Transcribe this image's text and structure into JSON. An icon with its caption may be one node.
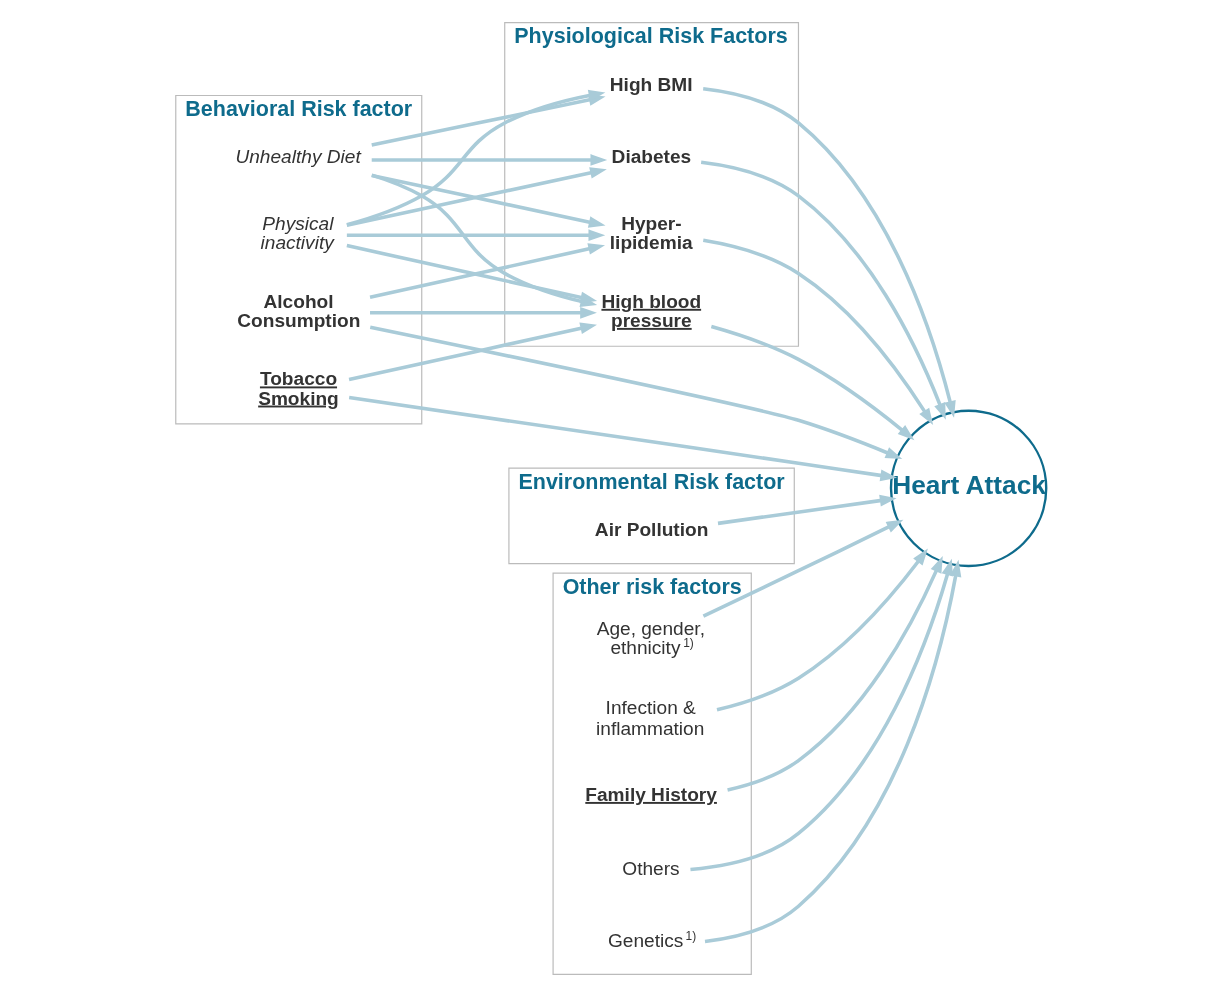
{
  "diagram": {
    "nodes": [
      {
        "text": [
          "Behavioral Risk factor"
        ]
      },
      {
        "text": [
          "Tobacco Smoking"
        ],
        "in": 0
      },
      {
        "text": [
          "Unhealthy Diet"
        ],
        "in": 0
      },
      {
        "text": [
          "Physical inactivity"
        ],
        "in": 0
      },
      {
        "text": [
          "Alcohol Consumption"
        ],
        "in": 0
      },
      {
        "text": [
          "Physiological Risk Factors"
        ]
      },
      {
        "text": [
          "High blood pressure"
        ],
        "in": 5
      },
      {
        "text": [
          "High BMI"
        ],
        "in": 5
      },
      {
        "text": [
          "Diabetes"
        ],
        "in": 5
      },
      {
        "text": [
          "Hyper- lipidemia"
        ],
        "in": 5
      },
      {
        "text": [
          "Environmental Risk factor"
        ]
      },
      {
        "text": [
          "Air Pollution"
        ],
        "in": 10
      },
      {
        "text": [
          "Heart Attack"
        ]
      },
      {
        "text": [
          "Other risk factors"
        ]
      },
      {
        "text": [
          "Genetics$^{1)}$"
        ],
        "in": 13
      },
      {
        "text": [
          "Age, gender, ethnicity$^{1)}$"
        ],
        "in": 13
      },
      {
        "text": [
          "Infection & inflammation"
        ],
        "in": 13
      },
      {
        "text": [
          "Family History"
        ],
        "in": 13
      },
      {
        "text": [
          "Others"
        ],
        "in": 13
      }
    ],
    "edges": [
      {
        "from": 1,
        "to": 6,
        "arrow": "to"
      },
      {
        "from": 1,
        "to": 12,
        "arrow": "to"
      },
      {
        "from": 2,
        "to": 6,
        "arrow": "to"
      },
      {
        "from": 2,
        "to": 7,
        "arrow": "to"
      },
      {
        "from": 2,
        "to": 8,
        "arrow": "to"
      },
      {
        "from": 2,
        "to": 9,
        "arrow": "to"
      },
      {
        "from": 3,
        "to": 6,
        "arrow": "to"
      },
      {
        "from": 3,
        "to": 7,
        "arrow": "to"
      },
      {
        "from": 3,
        "to": 8,
        "arrow": "to"
      },
      {
        "from": 3,
        "to": 9,
        "arrow": "to"
      },
      {
        "from": 4,
        "to": 6,
        "arrow": "to"
      },
      {
        "from": 4,
        "to": 9,
        "arrow": "to"
      },
      {
        "from": 4,
        "to": 12,
        "arrow": "to"
      },
      {
        "from": 6,
        "to": 12,
        "arrow": "to"
      },
      {
        "from": 7,
        "to": 12,
        "arrow": "to"
      },
      {
        "from": 8,
        "to": 12,
        "arrow": "to"
      },
      {
        "from": 9,
        "to": 12,
        "arrow": "to"
      },
      {
        "from": 11,
        "to": 12,
        "arrow": "to"
      },
      {
        "from": 14,
        "to": 12,
        "arrow": "to"
      },
      {
        "from": 15,
        "to": 12,
        "arrow": "to"
      },
      {
        "from": 16,
        "to": 12,
        "arrow": "to"
      },
      {
        "from": 17,
        "to": 12,
        "arrow": "to"
      },
      {
        "from": 18,
        "to": 12,
        "arrow": "to"
      }
    ]
  }
}
